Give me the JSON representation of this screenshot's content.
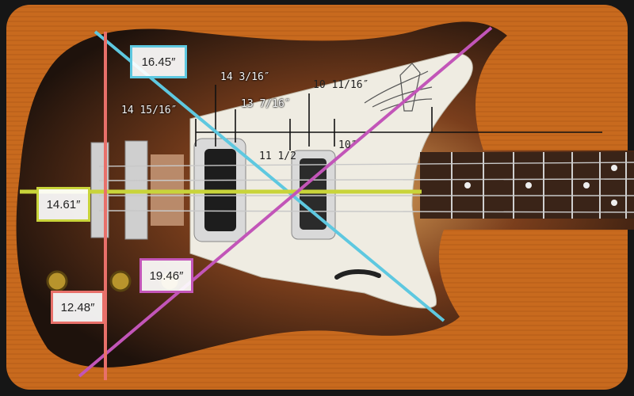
{
  "measurements": {
    "cyan_diagonal": "16.45″",
    "yellow_horizontal": "14.61″",
    "magenta_diagonal": "19.46″",
    "red_vertical": "12.48″"
  },
  "scale_labels": {
    "a": "14 3/16″",
    "b": "10 11/16″",
    "c": "14 15/16″",
    "d": "13 7/16″",
    "e": "11 1/2",
    "f": "10″"
  },
  "colors": {
    "cyan": "#5ec8e0",
    "yellow": "#c9d43a",
    "magenta": "#c255b8",
    "red": "#e8706a",
    "case_orange": "#c86a1e",
    "guard_white": "#efece2",
    "body_dark": "#2a1a12"
  }
}
